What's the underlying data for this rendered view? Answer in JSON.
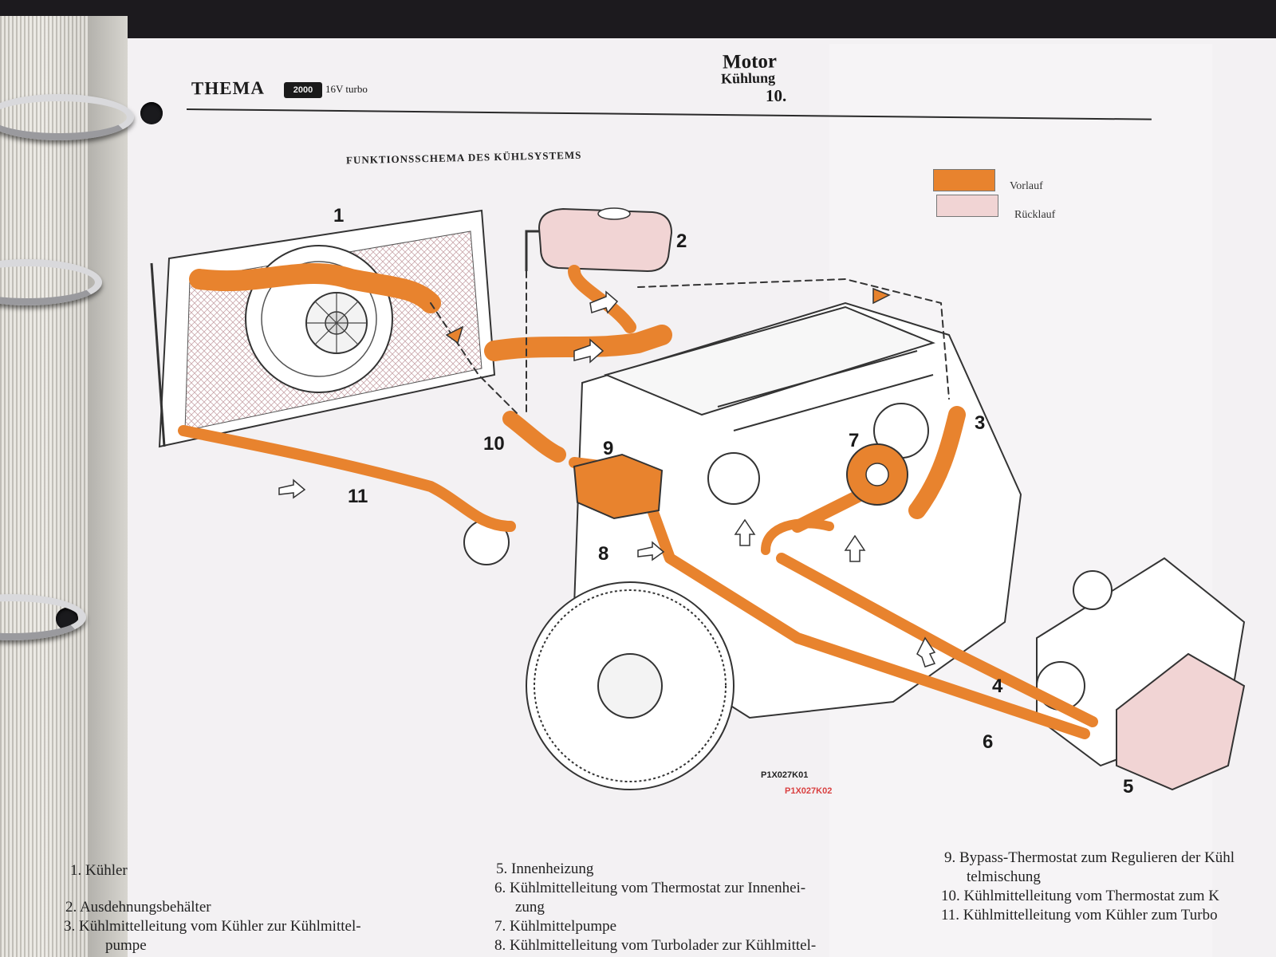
{
  "header": {
    "brand": "THEMA",
    "brand_badge": "2000",
    "brand_sub": "16V turbo",
    "section_title": "Motor",
    "section_subtitle": "Kühlung",
    "section_number": "10."
  },
  "diagram": {
    "title": "FUNKTIONSSCHEMA DES KÜHLSYSTEMS",
    "legend": [
      {
        "label": "Vorlauf",
        "color": "#e8832e"
      },
      {
        "label": "Rücklauf",
        "color": "#f1d4d4"
      }
    ],
    "callouts": [
      "1",
      "2",
      "3",
      "4",
      "5",
      "6",
      "7",
      "8",
      "9",
      "10",
      "11"
    ],
    "figure_code": "P1X027K01",
    "figure_code_alt": "P1X027K02",
    "colors": {
      "hose": "#e8832e",
      "hose_dark": "#b9601a",
      "line": "#333333",
      "return_fill": "#f1d4d4"
    }
  },
  "captions": [
    {
      "num": "1.",
      "text": "Kühler"
    },
    {
      "num": "2.",
      "text": "Ausdehnungsbehälter"
    },
    {
      "num": "3.",
      "text": "Kühlmittelleitung vom Kühler zur Kühlmittel-",
      "cont": "pumpe"
    },
    {
      "num": "5.",
      "text": "Innenheizung"
    },
    {
      "num": "6.",
      "text": "Kühlmittelleitung vom Thermostat zur Innenhei-",
      "cont": "zung"
    },
    {
      "num": "7.",
      "text": "Kühlmittelpumpe"
    },
    {
      "num": "8.",
      "text": "Kühlmittelleitung vom Turbolader zur Kühlmittel-"
    },
    {
      "num": "9.",
      "text": "Bypass-Thermostat zum Regulieren der Kühl",
      "cont": "telmischung"
    },
    {
      "num": "10.",
      "text": "Kühlmittelleitung vom Thermostat zum K"
    },
    {
      "num": "11.",
      "text": "Kühlmittelleitung vom Kühler zum Turbo"
    }
  ]
}
